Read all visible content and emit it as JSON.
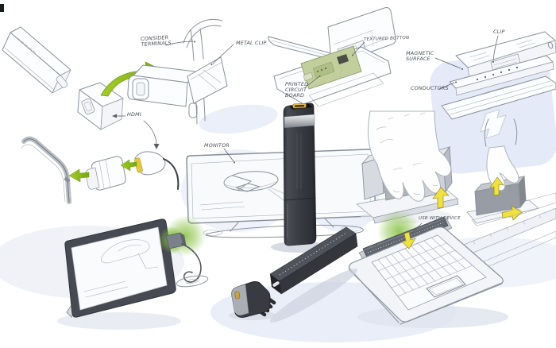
{
  "annotations": {
    "consider_terminals": {
      "line1": "CONSIDER",
      "line2": "TERMINALS"
    },
    "metal_clip": "METAL CLIP",
    "hdmi": "HDMI",
    "pcb": {
      "line1": "PRINTED",
      "line2": "CIRCUIT",
      "line3": "BOARD"
    },
    "textured_button": "TEXTURED BUTTON",
    "clip": "CLIP",
    "magnetic_surface": {
      "line1": "MAGNETIC",
      "line2": "SURFACE"
    },
    "conductors": "CONDUCTORS",
    "monitor": "MONITOR",
    "usb_with_device": "USB WITH DEVICE"
  },
  "colors": {
    "accent_green": "#a3cc28",
    "accent_green_dark": "#74a70e",
    "highlight_yellow": "#f1e13c",
    "pcb_green": "#c2ce9c",
    "glow_green": "#86c141",
    "device_body": "#35363d",
    "port_gold": "#c9a23a",
    "sketch_line": "#8b919b",
    "blob_blue": "#dde4f5"
  }
}
